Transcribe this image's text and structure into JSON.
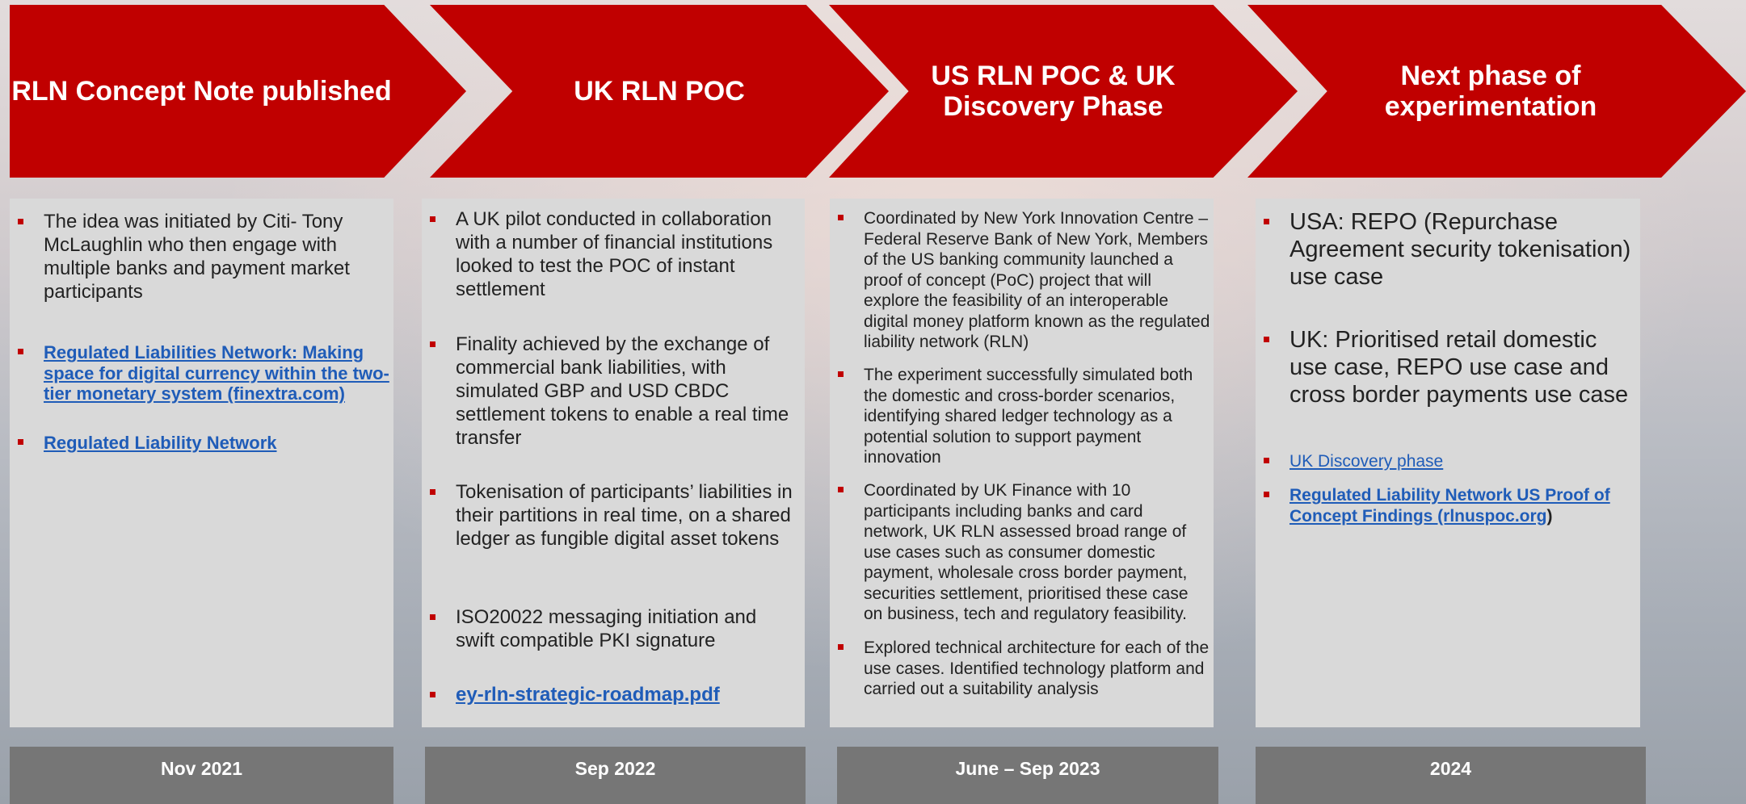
{
  "phases": [
    {
      "title": "RLN Concept Note published",
      "date": "Nov 2021",
      "bullets": [
        "The idea was initiated by Citi- Tony McLaughlin who then engage with multiple banks and payment market participants",
        "Regulated Liabilities Network: Making space for digital currency within the two-tier monetary system (finextra.com)",
        "Regulated Liability Network"
      ]
    },
    {
      "title": "UK RLN POC",
      "date": "Sep 2022",
      "bullets": [
        "A UK pilot conducted in collaboration with a number of financial institutions looked to test the POC of instant settlement",
        "Finality achieved by the exchange of commercial bank liabilities, with simulated GBP and USD CBDC settlement tokens to enable a real time transfer",
        "Tokenisation of participants’ liabilities in their partitions in real time, on a shared ledger as fungible digital asset tokens",
        "ISO20022 messaging initiation and swift compatible PKI signature",
        "ey-rln-strategic-roadmap.pdf"
      ]
    },
    {
      "title": "US RLN POC & UK Discovery Phase",
      "date": "June – Sep 2023",
      "bullets": [
        "Coordinated by New York Innovation Centre – Federal Reserve Bank of New York, Members of the US banking community launched a proof of concept (PoC) project that will explore the feasibility of an interoperable digital money platform known as the regulated liability network (RLN)",
        "The experiment successfully simulated both the domestic and cross-border scenarios, identifying shared ledger technology as a potential solution to support payment innovation",
        "Coordinated by UK Finance with 10 participants including banks and card network, UK RLN assessed broad range of use cases such as consumer domestic payment, wholesale cross border payment, securities settlement, prioritised these case on business, tech and regulatory feasibility.",
        "Explored technical architecture for each of the use cases. Identified technology platform and carried out a suitability analysis"
      ]
    },
    {
      "title": "Next phase of experimentation",
      "date": "2024",
      "bullets": [
        "USA: REPO (Repurchase Agreement security tokenisation) use case",
        "UK: Prioritised retail domestic use case, REPO use case and cross border payments use case",
        "UK Discovery phase",
        "Regulated Liability Network US Proof of Concept Findings (rlnuspoc.org",
        ")"
      ]
    }
  ],
  "colors": {
    "accent_red": "#c00000",
    "panel_grey": "#d9d9d9",
    "date_bar_grey": "#767676",
    "link_blue": "#1f5cb8"
  }
}
